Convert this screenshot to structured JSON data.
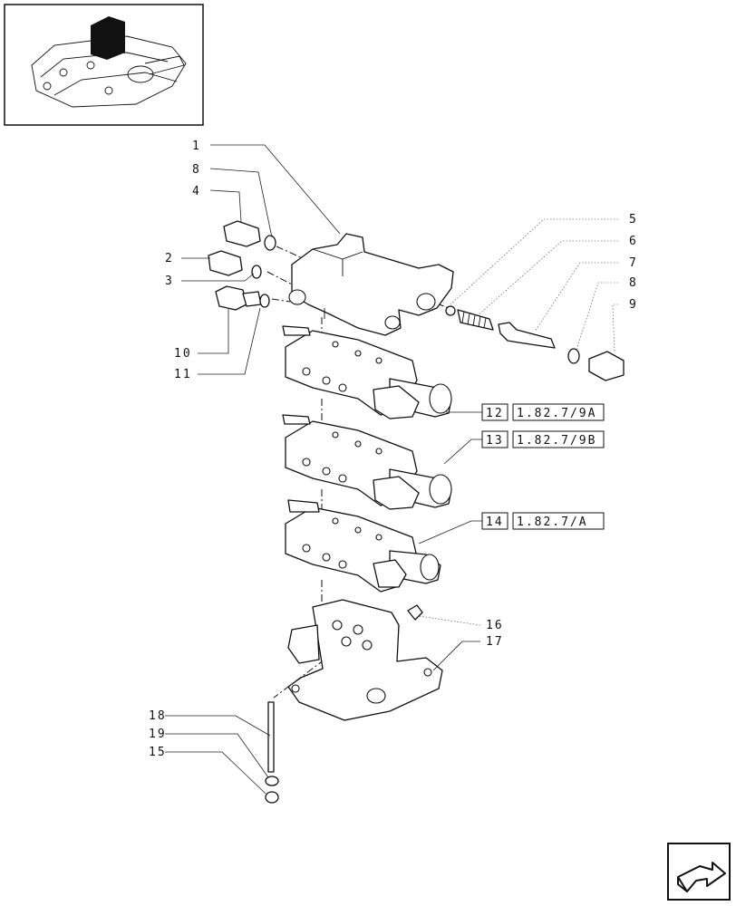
{
  "callouts": [
    {
      "id": "1",
      "text": "1"
    },
    {
      "id": "8a",
      "text": "8"
    },
    {
      "id": "4",
      "text": "4"
    },
    {
      "id": "2",
      "text": "2"
    },
    {
      "id": "3",
      "text": "3"
    },
    {
      "id": "10",
      "text": "10"
    },
    {
      "id": "11",
      "text": "11"
    },
    {
      "id": "5",
      "text": "5"
    },
    {
      "id": "6",
      "text": "6"
    },
    {
      "id": "7",
      "text": "7"
    },
    {
      "id": "8b",
      "text": "8"
    },
    {
      "id": "9",
      "text": "9"
    },
    {
      "id": "16",
      "text": "16"
    },
    {
      "id": "17",
      "text": "17"
    },
    {
      "id": "18",
      "text": "18"
    },
    {
      "id": "19",
      "text": "19"
    },
    {
      "id": "15",
      "text": "15"
    }
  ],
  "references": [
    {
      "item": "12",
      "ref": "1.82.7/9A"
    },
    {
      "item": "13",
      "ref": "1.82.7/9B"
    },
    {
      "item": "14",
      "ref": "1.82.7/A"
    }
  ],
  "nav": {
    "icon": "next-page-arrow-icon"
  }
}
